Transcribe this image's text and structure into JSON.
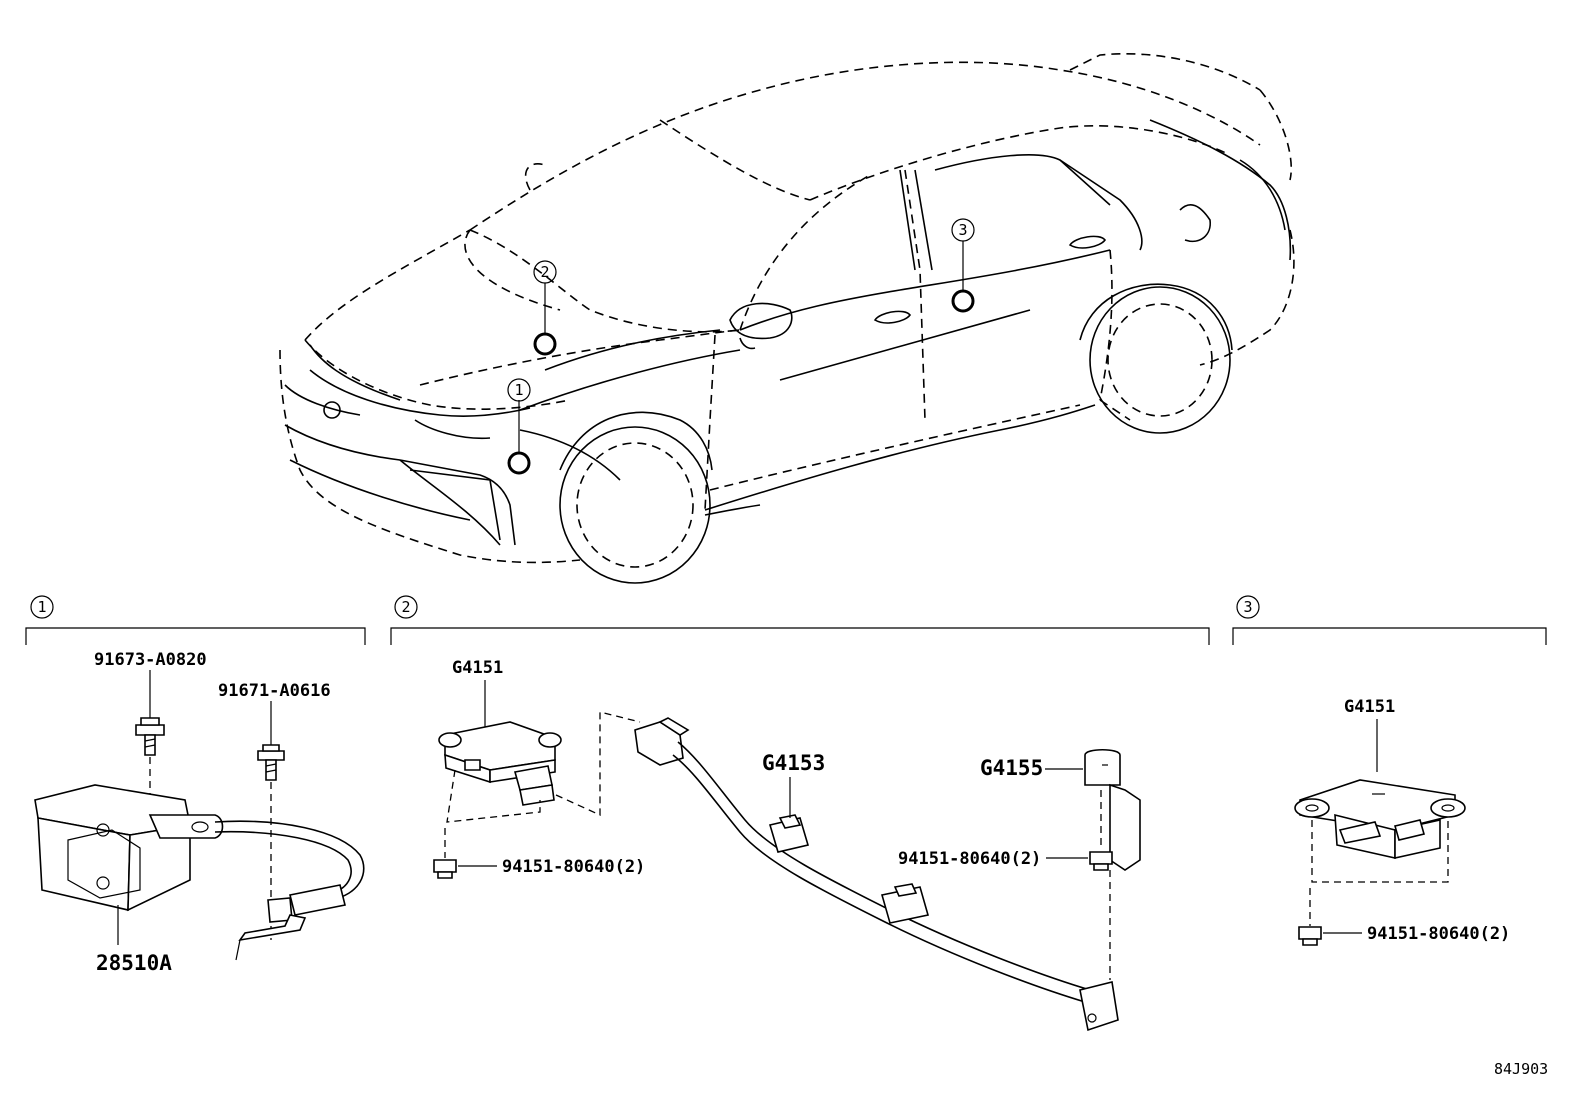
{
  "callouts": [
    "1",
    "2",
    "3"
  ],
  "sections": [
    {
      "id": "1",
      "parts": [
        "91673-A0820",
        "91671-A0616",
        "28510A"
      ]
    },
    {
      "id": "2",
      "parts": [
        "G4151",
        "94151-80640(2)",
        "G4153",
        "G4155",
        "94151-80640(2)"
      ]
    },
    {
      "id": "3",
      "parts": [
        "G4151",
        "94151-80640(2)"
      ]
    }
  ],
  "diagram_code": "84J903"
}
